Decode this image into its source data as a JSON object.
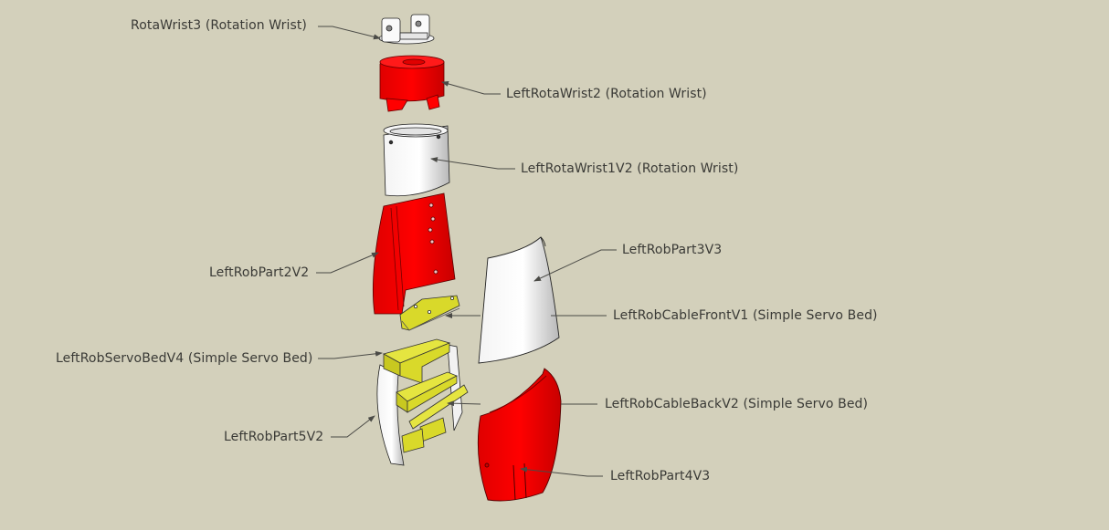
{
  "diagram": {
    "title": "Exploded view of left forearm parts",
    "colors": {
      "background": "#d3d0bb",
      "red_part": "#ff0000",
      "white_part": "#ffffff",
      "yellow_part": "#d9d92a",
      "leader_line": "#4a4a46",
      "label_text": "#3a3a36"
    },
    "labels": [
      {
        "id": "rotawrist3",
        "text": "RotaWrist3 (Rotation Wrist)"
      },
      {
        "id": "leftrotawrist2",
        "text": "LeftRotaWrist2 (Rotation Wrist)"
      },
      {
        "id": "leftrotawrist1v2",
        "text": "LeftRotaWrist1V2 (Rotation Wrist)"
      },
      {
        "id": "leftrobpart3v3",
        "text": "LeftRobPart3V3"
      },
      {
        "id": "leftrobpart2v2",
        "text": "LeftRobPart2V2"
      },
      {
        "id": "leftrobcablefrontv1",
        "text": "LeftRobCableFrontV1 (Simple Servo Bed)"
      },
      {
        "id": "leftrobservobedv4",
        "text": "LeftRobServoBedV4 (Simple Servo Bed)"
      },
      {
        "id": "leftrobcablebackv2",
        "text": "LeftRobCableBackV2 (Simple Servo Bed)"
      },
      {
        "id": "leftrobpart5v2",
        "text": "LeftRobPart5V2"
      },
      {
        "id": "leftrobpart4v3",
        "text": "LeftRobPart4V3"
      }
    ]
  }
}
